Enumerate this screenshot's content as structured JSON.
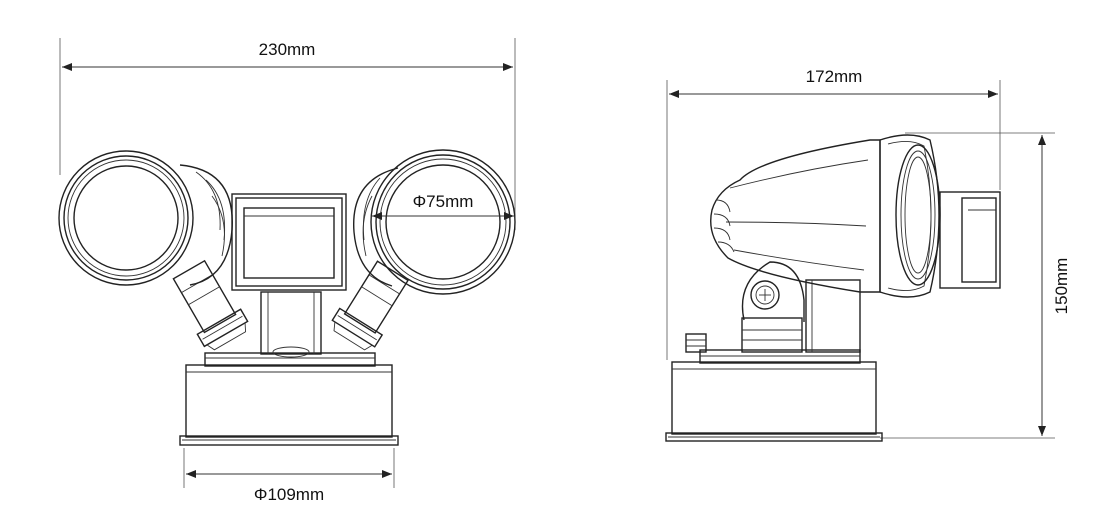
{
  "front_view": {
    "overall_width": "230mm",
    "lens_diameter": "Φ75mm",
    "base_diameter": "Φ109mm"
  },
  "side_view": {
    "overall_depth": "172mm",
    "overall_height": "150mm"
  }
}
